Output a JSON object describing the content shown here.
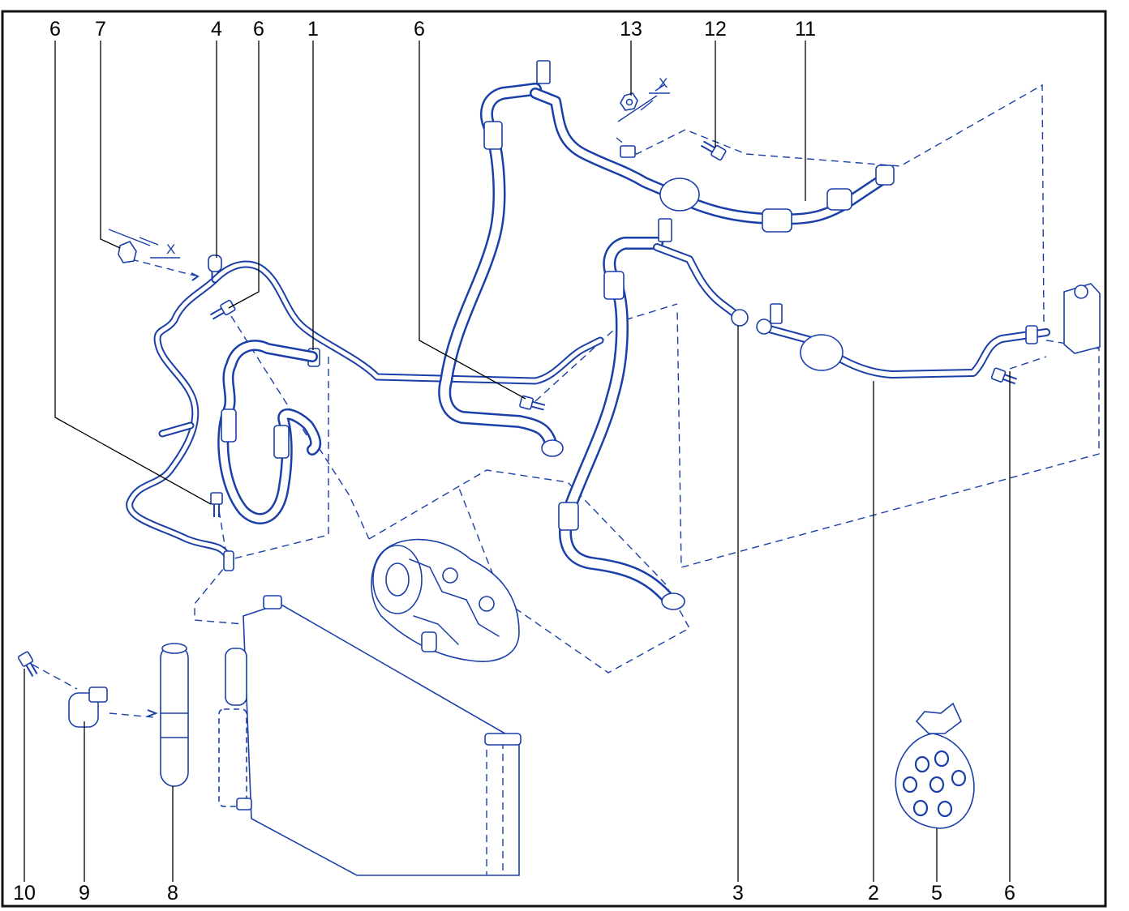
{
  "colors": {
    "line_art": "#1a3fa8",
    "line_art_fill": "#f4f6ff",
    "callout_text": "#000000",
    "frame": "#111111"
  },
  "callouts": [
    {
      "id": "c6a",
      "number": "6"
    },
    {
      "id": "c7",
      "number": "7"
    },
    {
      "id": "c4",
      "number": "4"
    },
    {
      "id": "c6b",
      "number": "6"
    },
    {
      "id": "c1",
      "number": "1"
    },
    {
      "id": "c6c",
      "number": "6"
    },
    {
      "id": "c13",
      "number": "13"
    },
    {
      "id": "c12",
      "number": "12"
    },
    {
      "id": "c11",
      "number": "11"
    },
    {
      "id": "c10",
      "number": "10"
    },
    {
      "id": "c9",
      "number": "9"
    },
    {
      "id": "c8",
      "number": "8"
    },
    {
      "id": "c3",
      "number": "3"
    },
    {
      "id": "c2",
      "number": "2"
    },
    {
      "id": "c5",
      "number": "5"
    },
    {
      "id": "c6d",
      "number": "6"
    }
  ],
  "markers": {
    "torque_mark_left": "X",
    "torque_mark_top": "X"
  },
  "icons": {
    "part_bolt": "bolt-icon",
    "part_nut": "nut-icon",
    "part_clip": "clip-icon",
    "part_seal_bag": "seal-bag-icon"
  }
}
